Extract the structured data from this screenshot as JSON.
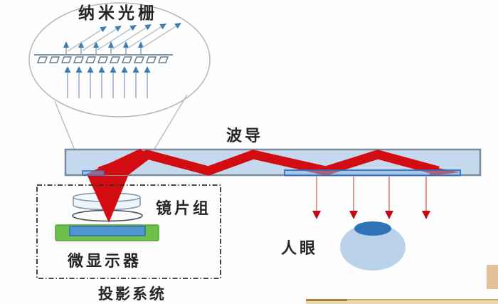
{
  "diagram": {
    "title_context": "waveguide-display-schematic",
    "labels": {
      "nano_grating": "纳米光栅",
      "waveguide": "波导",
      "lens_group": "镜片组",
      "micro_display": "微显示器",
      "projection_system": "投影系统",
      "human_eye": "人眼"
    },
    "colors": {
      "beam_red": "#d20c10",
      "beam_red_dark": "#c00a10",
      "arrow_stem_pink": "#e08a8a",
      "waveguide_fill": "#c4d9ed",
      "waveguide_border": "#7b8b99",
      "grating_fill": "rgba(130,180,230,0.5)",
      "grating_border": "#2f6fc1",
      "display_board_green": "#6fc04a",
      "display_board_green_border": "#55a23a",
      "display_panel_blue": "#4f96d2",
      "display_panel_blue_border": "#2d6db3",
      "eye_fill": "#b9d2ea",
      "iris_fill": "#2e72b8",
      "arrow_blue": "#3b7fb5",
      "lens_fill": "#edf4fa",
      "lens_stroke": "#7d93a8",
      "outline_gray": "#b2b8bd",
      "dash_box": "#2f2f2f",
      "tan_accent": "#e2c09a",
      "tan_band": "#e8d6ae",
      "tan_band_dark": "#a9813f"
    }
  }
}
